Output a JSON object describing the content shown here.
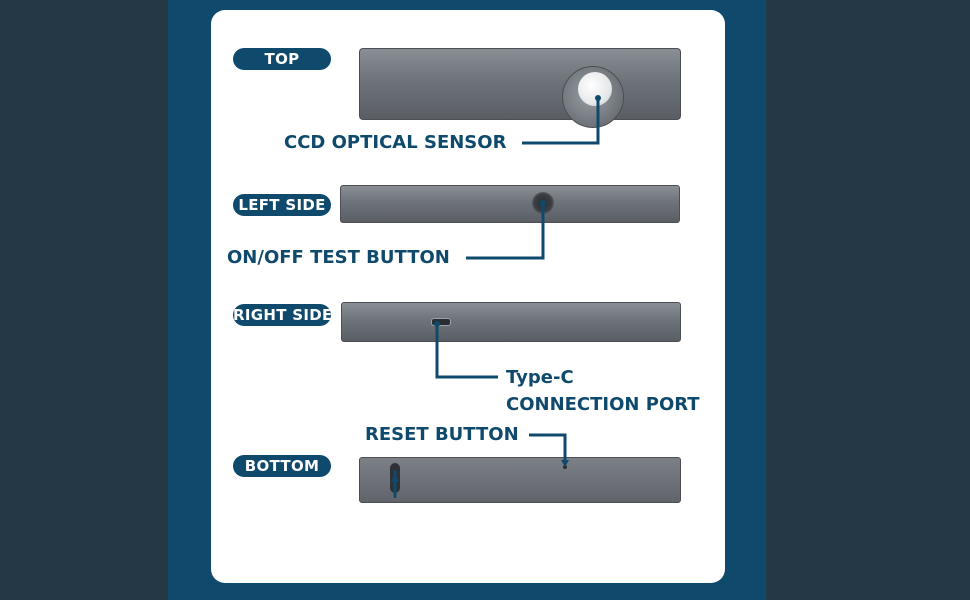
{
  "sections": [
    {
      "id": "top",
      "label": "TOP"
    },
    {
      "id": "left",
      "label": "LEFT SIDE"
    },
    {
      "id": "right",
      "label": "RIGHT SIDE"
    },
    {
      "id": "bottom",
      "label": "BOTTOM"
    }
  ],
  "callouts": {
    "ccd": "CCD OPTICAL SENSOR",
    "onoff": "ON/OFF TEST BUTTON",
    "typec_line1": "Type-C",
    "typec_line2": "CONNECTION PORT",
    "reset": "RESET BUTTON"
  },
  "colors": {
    "accent": "#0f4a6c",
    "background": "#243845",
    "card": "#ffffff",
    "device": "#6e737a"
  }
}
